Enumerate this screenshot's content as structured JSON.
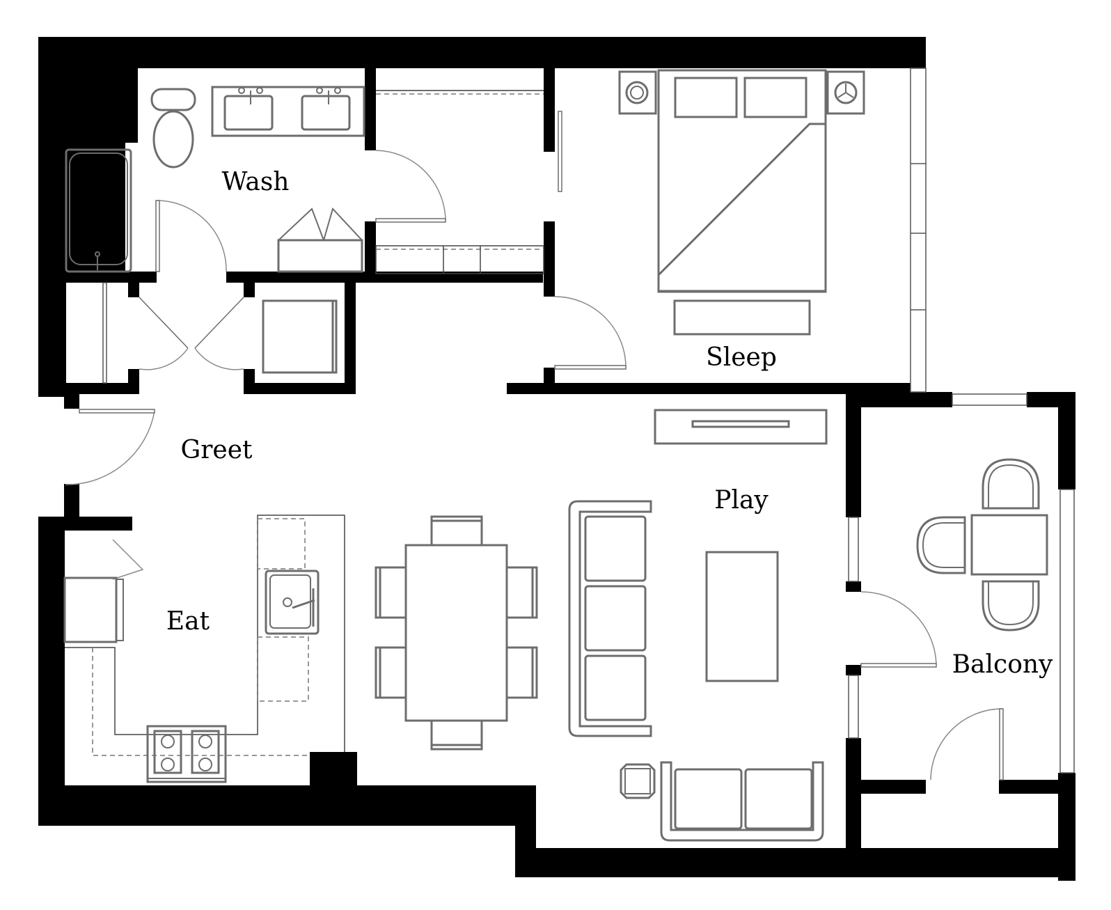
{
  "plan": {
    "rooms": {
      "wash": "Wash",
      "sleep": "Sleep",
      "greet": "Greet",
      "play": "Play",
      "eat": "Eat",
      "balcony": "Balcony"
    },
    "colors": {
      "wall": "#000000",
      "fixture": "#6d6d6d",
      "background": "#ffffff"
    }
  }
}
